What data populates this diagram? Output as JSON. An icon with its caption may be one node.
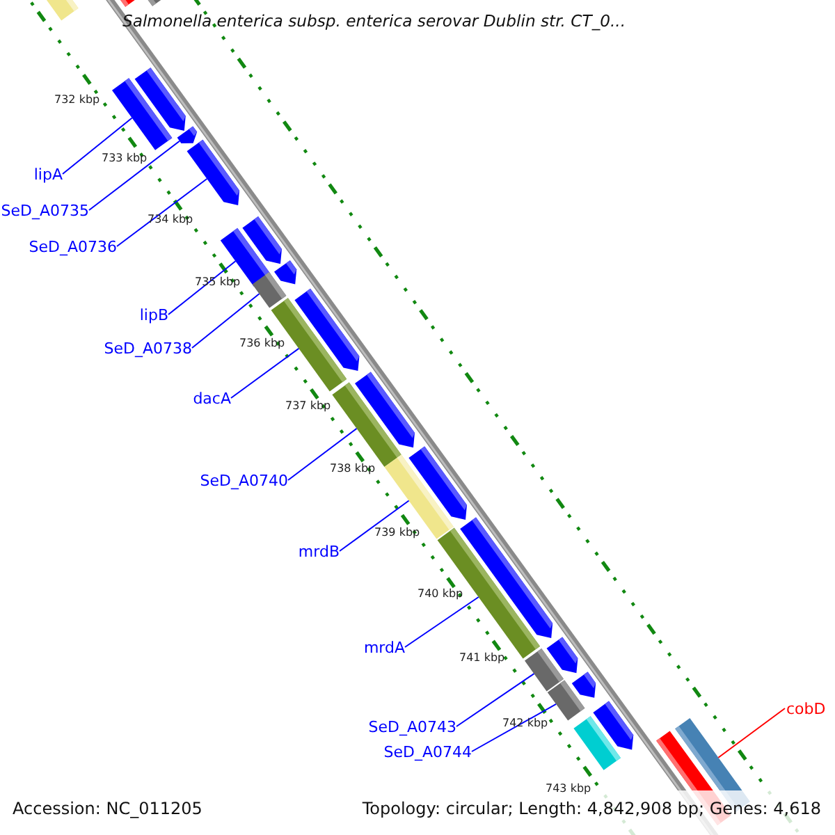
{
  "diagram": {
    "title": "Salmonella enterica subsp. enterica serovar Dublin str. CT_0...",
    "nodes": [
      {
        "text": [
          "lipA"
        ]
      },
      {
        "text": [
          "SeD_A0735"
        ]
      },
      {
        "text": [
          "SeD_A0736"
        ]
      },
      {
        "text": [
          "lipB"
        ]
      },
      {
        "text": [
          "SeD_A0738"
        ]
      },
      {
        "text": [
          "dacA"
        ]
      },
      {
        "text": [
          "SeD_A0740"
        ]
      },
      {
        "text": [
          "mrdB"
        ]
      },
      {
        "text": [
          "mrdA"
        ]
      },
      {
        "text": [
          "SeD_A0743"
        ]
      },
      {
        "text": [
          "SeD_A0744"
        ]
      },
      {
        "text": [
          "cobD"
        ]
      },
      {
        "text": [],
        "shape": "bar"
      },
      {
        "text": [],
        "shape": "bar"
      },
      {
        "text": [],
        "shape": "bar"
      },
      {
        "text": [],
        "shape": "bar"
      },
      {
        "text": [],
        "shape": "arrow"
      },
      {
        "text": [],
        "shape": "arrow"
      },
      {
        "text": [],
        "shape": "arrow"
      },
      {
        "text": [],
        "shape": "bar"
      },
      {
        "text": [],
        "shape": "arrow"
      },
      {
        "text": [],
        "shape": "arrow"
      },
      {
        "text": [],
        "shape": "bar"
      },
      {
        "text": [],
        "shape": "arrow"
      },
      {
        "text": [],
        "shape": "bar"
      },
      {
        "text": [],
        "shape": "arrow"
      },
      {
        "text": [],
        "shape": "bar"
      },
      {
        "text": [],
        "shape": "arrow"
      },
      {
        "text": [],
        "shape": "bar"
      },
      {
        "text": [],
        "shape": "arrow"
      },
      {
        "text": [],
        "shape": "bar"
      },
      {
        "text": [],
        "shape": "arrow"
      },
      {
        "text": [],
        "shape": "arrow"
      },
      {
        "text": [],
        "shape": "bar"
      },
      {
        "text": [],
        "shape": "bar"
      },
      {
        "text": [],
        "shape": "bar"
      },
      {
        "text": [],
        "shape": "arrow"
      },
      {
        "text": [],
        "shape": "bar"
      },
      {
        "text": [],
        "shape": "bar"
      }
    ],
    "edges": [
      {
        "from": 0,
        "to": 15,
        "arrow": "none"
      },
      {
        "from": 1,
        "to": 17,
        "arrow": "none"
      },
      {
        "from": 2,
        "to": 18,
        "arrow": "none"
      },
      {
        "from": 3,
        "to": 19,
        "arrow": "none"
      },
      {
        "from": 4,
        "to": 22,
        "arrow": "none"
      },
      {
        "from": 5,
        "to": 24,
        "arrow": "none"
      },
      {
        "from": 6,
        "to": 26,
        "arrow": "none"
      },
      {
        "from": 7,
        "to": 28,
        "arrow": "none"
      },
      {
        "from": 8,
        "to": 30,
        "arrow": "none"
      },
      {
        "from": 9,
        "to": 33,
        "arrow": "none"
      },
      {
        "from": 10,
        "to": 34,
        "arrow": "none"
      },
      {
        "from": 11,
        "to": 38,
        "arrow": "none",
        "color": "#ff0000"
      }
    ],
    "labels": [
      "732 kbp",
      "733 kbp",
      "734 kbp",
      "735 kbp",
      "736 kbp",
      "737 kbp",
      "738 kbp",
      "739 kbp",
      "740 kbp",
      "741 kbp",
      "742 kbp",
      "743 kbp",
      "Accession: NC_011205",
      "Topology: circular; Length: 4,842,908 bp; Genes: 4,618"
    ]
  }
}
